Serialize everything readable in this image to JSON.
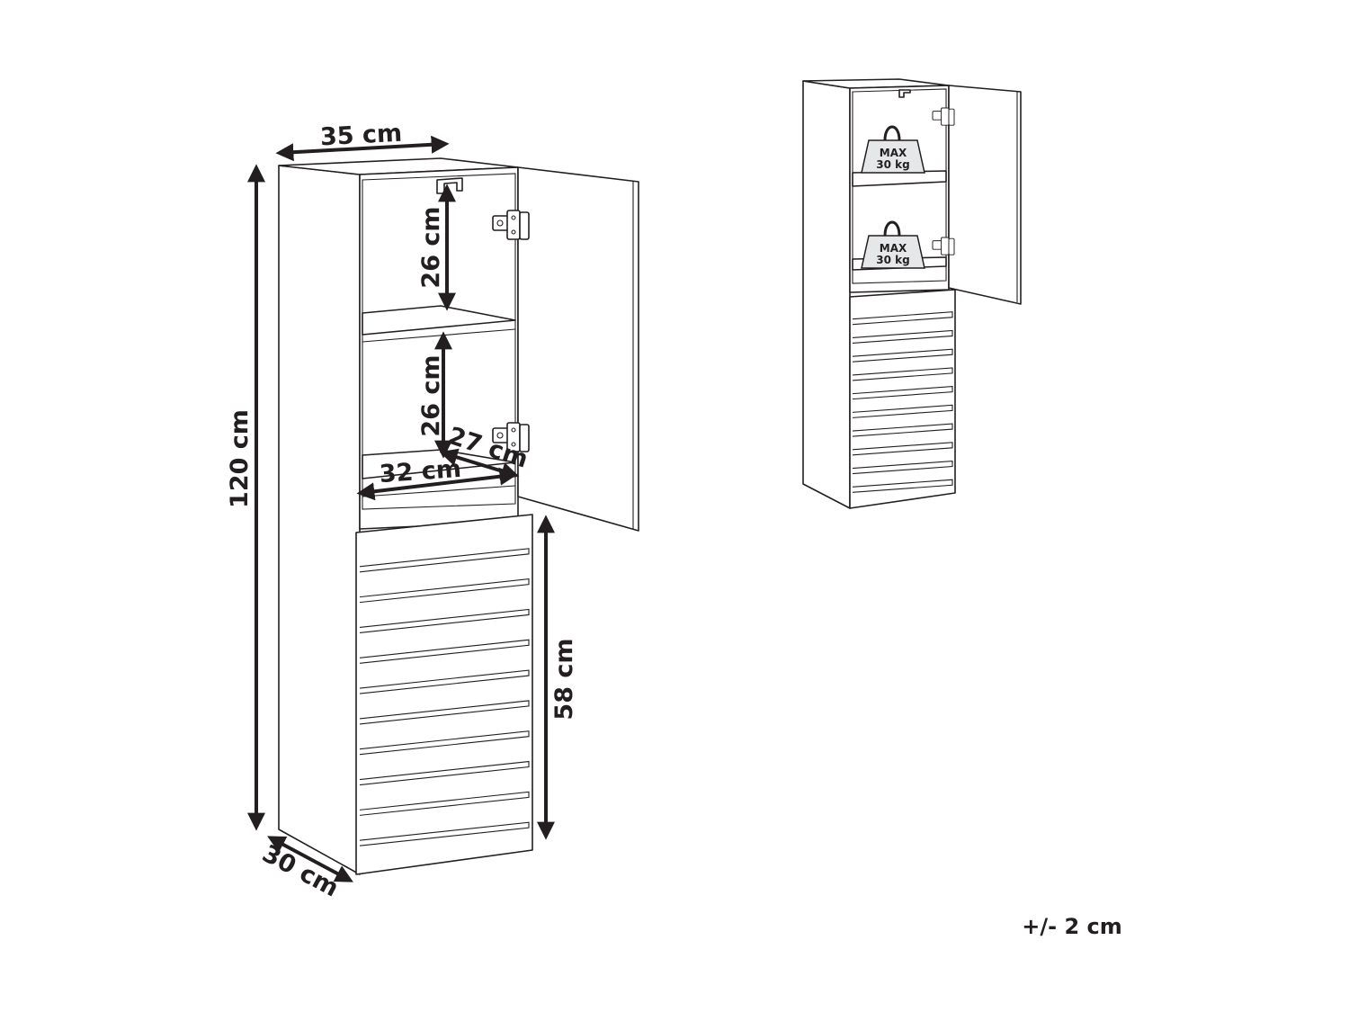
{
  "diagram": {
    "dimensions": {
      "width_top": "35 cm",
      "height_total": "120 cm",
      "depth_bottom": "30 cm",
      "shelf_height_upper": "26 cm",
      "shelf_height_lower": "26 cm",
      "inner_width": "32 cm",
      "inner_depth": "27 cm",
      "lower_height": "58 cm"
    },
    "load_labels": [
      {
        "line1": "MAX",
        "line2": "30 kg"
      },
      {
        "line1": "MAX",
        "line2": "30 kg"
      }
    ],
    "tolerance": "+/- 2 cm",
    "colors": {
      "line": "#231f20",
      "fill": "#ffffff",
      "load_fill": "#e6e7e8"
    }
  }
}
